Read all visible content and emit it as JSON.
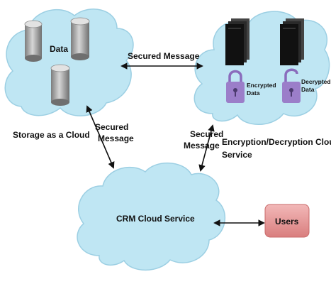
{
  "colors": {
    "cloud_fill": "#bfe6f3",
    "cloud_stroke": "#9ccfe3",
    "users_fill": "#e89c9c",
    "lock_fill": "#9b7ec9",
    "cylinder": "#a9a9a9",
    "server": "#1c1c1c",
    "arrow": "#111111"
  },
  "storage_cloud": {
    "data_label": "Data",
    "caption": "Storage as a Cloud",
    "icons": [
      "database-cylinder-icon",
      "database-cylinder-icon",
      "database-cylinder-icon"
    ]
  },
  "encryption_cloud": {
    "caption_line1": "Encryption/Decryption Cloud",
    "caption_line2": "Service",
    "encrypted_line1": "Encrypted",
    "encrypted_line2": "Data",
    "decrypted_line1": "Decrypted",
    "decrypted_line2": "Data",
    "icons": [
      "server-stack-icon",
      "server-stack-icon",
      "lock-closed-icon",
      "lock-open-icon"
    ]
  },
  "crm_cloud": {
    "label": "CRM Cloud Service"
  },
  "users": {
    "label": "Users"
  },
  "messages": {
    "top": "Secured Message",
    "left_line1": "Secured",
    "left_line2": "Message",
    "right_line1": "Secured",
    "right_line2": "Message"
  }
}
